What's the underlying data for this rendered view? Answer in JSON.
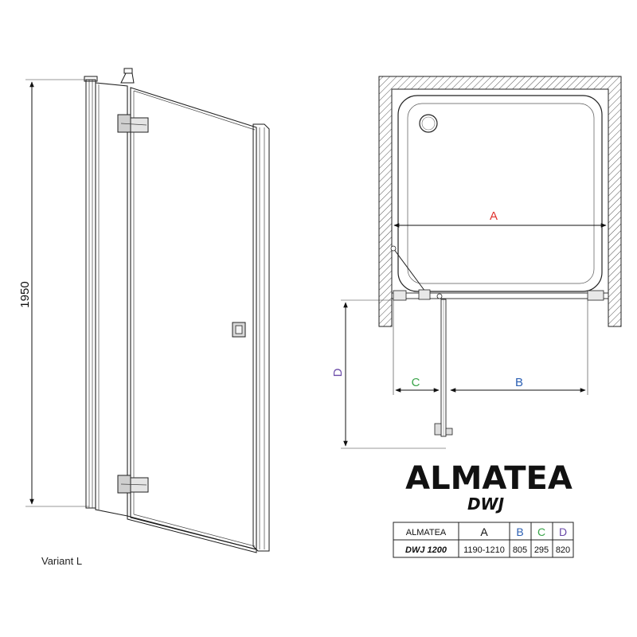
{
  "front_view": {
    "height_dimension": "1950",
    "variant_label": "Variant L"
  },
  "plan_view": {
    "dim_a": "A",
    "dim_b": "B",
    "dim_c": "C",
    "dim_d": "D"
  },
  "product": {
    "name": "ALMATEA",
    "model": "DWJ"
  },
  "spec_table": {
    "headers": [
      "ALMATEA",
      "A",
      "B",
      "C",
      "D"
    ],
    "header_colors": [
      "#111111",
      "#e0322e",
      "#2b5fb3",
      "#3aa54a",
      "#6a4aa8"
    ],
    "row": [
      "DWJ 1200",
      "1190-1210",
      "805",
      "295",
      "820"
    ]
  },
  "colors": {
    "dim_a": "#e0322e",
    "dim_b": "#2b5fb3",
    "dim_c": "#3aa54a",
    "dim_d": "#6a4aa8"
  }
}
